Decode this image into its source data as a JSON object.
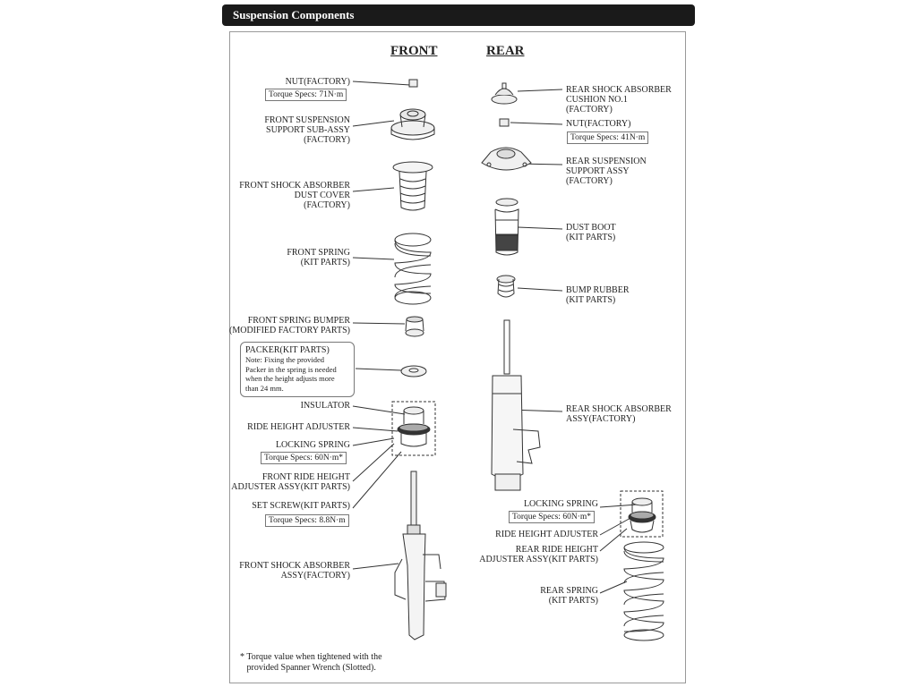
{
  "title": "Suspension Components",
  "headers": {
    "front": "FRONT",
    "rear": "REAR"
  },
  "front_labels": {
    "nut": "NUT(FACTORY)",
    "nut_torque": "Torque Specs: 71N·m",
    "support": "FRONT SUSPENSION\nSUPPORT SUB-ASSY\n(FACTORY)",
    "dust_cover": "FRONT SHOCK ABSORBER\nDUST COVER\n(FACTORY)",
    "spring": "FRONT SPRING\n(KIT PARTS)",
    "bumper": "FRONT SPRING BUMPER\n(MODIFIED FACTORY PARTS)",
    "packer_title": "PACKER(KIT PARTS)",
    "packer_note": "Note: Fixing the provided\nPacker in the spring is needed\nwhen the height adjusts more\nthan 24 mm.",
    "insulator": "INSULATOR",
    "ride_height": "RIDE HEIGHT ADJUSTER",
    "locking_spring": "LOCKING SPRING",
    "locking_torque": "Torque Specs: 60N·m*",
    "adjuster_assy": "FRONT RIDE HEIGHT\nADJUSTER ASSY(KIT PARTS)",
    "set_screw": "SET SCREW(KIT PARTS)",
    "set_screw_torque": "Torque Specs: 8.8N·m",
    "shock_assy": "FRONT SHOCK ABSORBER\nASSY(FACTORY)"
  },
  "rear_labels": {
    "cushion": "REAR SHOCK ABSORBER\nCUSHION NO.1\n(FACTORY)",
    "nut": "NUT(FACTORY)",
    "nut_torque": "Torque Specs: 41N·m",
    "support": "REAR SUSPENSION\nSUPPORT ASSY\n(FACTORY)",
    "dust_boot": "DUST BOOT\n(KIT PARTS)",
    "bump_rubber": "BUMP RUBBER\n(KIT PARTS)",
    "shock_assy": "REAR SHOCK ABSORBER\nASSY(FACTORY)",
    "locking_spring": "LOCKING SPRING",
    "locking_torque": "Torque Specs: 60N·m*",
    "ride_height": "RIDE HEIGHT ADJUSTER",
    "adjuster_assy": "REAR RIDE HEIGHT\nADJUSTER ASSY(KIT PARTS)",
    "spring": "REAR SPRING\n(KIT PARTS)"
  },
  "footnote": "* Torque value when tightened with the\n   provided Spanner Wrench (Slotted)."
}
